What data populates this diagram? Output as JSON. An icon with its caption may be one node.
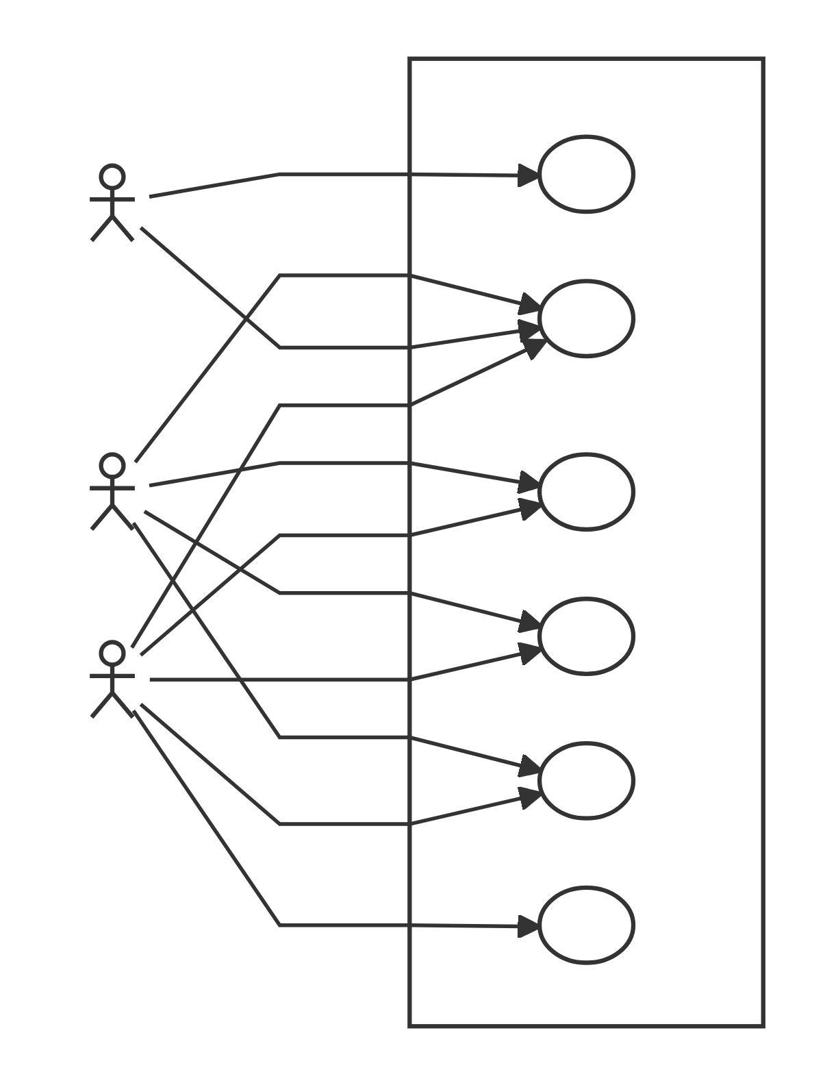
{
  "diagram": {
    "nodes": [
      {
        "text": [],
        "shape": "box"
      },
      {
        "text": [],
        "shape": "ellipse",
        "in": 0
      },
      {
        "text": [],
        "shape": "ellipse",
        "in": 0
      },
      {
        "text": [],
        "shape": "ellipse",
        "in": 0
      },
      {
        "text": [],
        "shape": "ellipse",
        "in": 0
      },
      {
        "text": [],
        "shape": "ellipse",
        "in": 0
      },
      {
        "text": [],
        "shape": "ellipse",
        "in": 0
      },
      {
        "text": [],
        "shape": "person"
      },
      {
        "text": [],
        "shape": "person"
      },
      {
        "text": [],
        "shape": "person"
      }
    ],
    "edges": [
      {
        "from": 9,
        "to": 2,
        "arrow": "to"
      },
      {
        "from": 9,
        "to": 3,
        "arrow": "to"
      },
      {
        "from": 9,
        "to": 4,
        "arrow": "to"
      },
      {
        "from": 9,
        "to": 5,
        "arrow": "to"
      },
      {
        "from": 9,
        "to": 6,
        "arrow": "to"
      },
      {
        "from": 7,
        "to": 1,
        "arrow": "to"
      },
      {
        "from": 7,
        "to": 2,
        "arrow": "to"
      },
      {
        "from": 8,
        "to": 2,
        "arrow": "to"
      },
      {
        "from": 8,
        "to": 3,
        "arrow": "to"
      },
      {
        "from": 8,
        "to": 4,
        "arrow": "to"
      },
      {
        "from": 8,
        "to": 5,
        "arrow": "to"
      }
    ]
  }
}
